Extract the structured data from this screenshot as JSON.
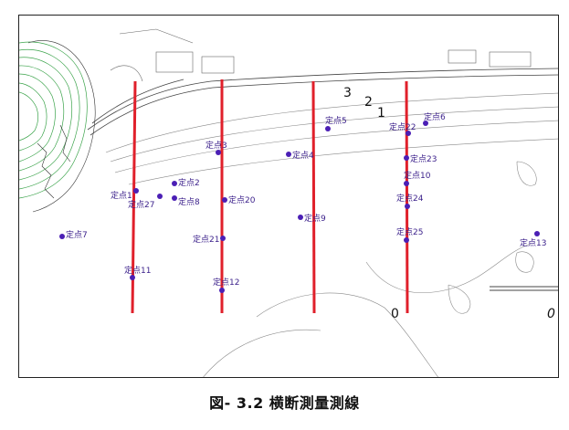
{
  "figure": {
    "caption": "図- 3.2  横断測量測線",
    "line_color": "#e0202b",
    "point_color": "#4b1fb5",
    "contour_labels": [
      "3",
      "2",
      "1",
      "0",
      "0"
    ],
    "survey_points": [
      {
        "label": "定点1"
      },
      {
        "label": "定点2"
      },
      {
        "label": "定点3"
      },
      {
        "label": "定点4"
      },
      {
        "label": "定点5"
      },
      {
        "label": "定点6"
      },
      {
        "label": "定点7"
      },
      {
        "label": "定点8"
      },
      {
        "label": "定点9"
      },
      {
        "label": "定点10"
      },
      {
        "label": "定点11"
      },
      {
        "label": "定点12"
      },
      {
        "label": "定点13"
      },
      {
        "label": "定点20"
      },
      {
        "label": "定点21"
      },
      {
        "label": "定点22"
      },
      {
        "label": "定点23"
      },
      {
        "label": "定点24"
      },
      {
        "label": "定点25"
      },
      {
        "label": "定点27"
      }
    ]
  }
}
